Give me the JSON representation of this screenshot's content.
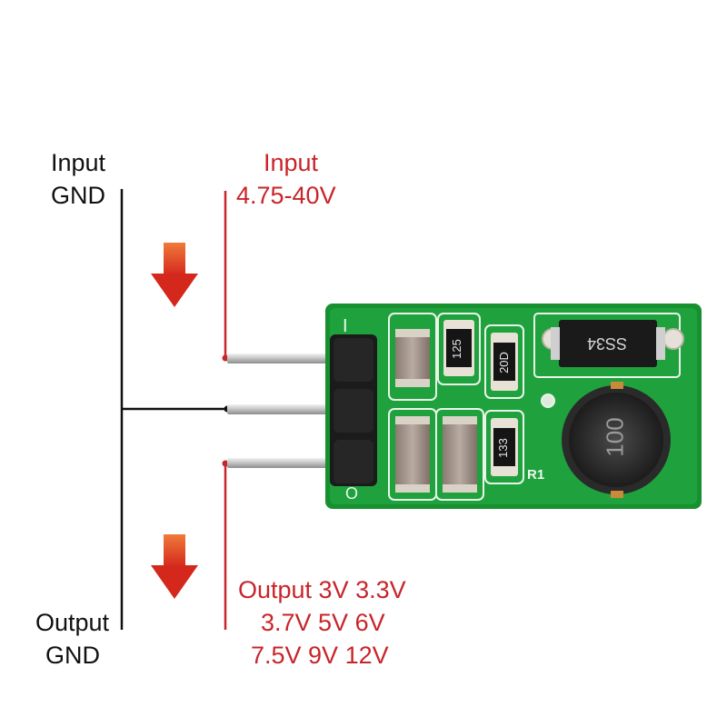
{
  "labels": {
    "left_top": [
      "Input",
      "GND"
    ],
    "left_bottom": [
      "Output",
      "GND"
    ],
    "input": [
      "Input",
      "4.75-40V"
    ],
    "output": [
      "Output 3V 3.3V",
      "3.7V 5V 6V",
      "7.5V 9V 12V"
    ]
  },
  "board": {
    "silkscreen_top": "I",
    "silkscreen_bottom": "O",
    "resistor_1": "125",
    "resistor_2": "20D",
    "resistor_3": "133",
    "diode": "SS34",
    "inductor": "100",
    "ref": "R1"
  },
  "colors": {
    "label_text": "#111111",
    "accent_red": "#c8252a",
    "arrow_orange": "#e0481f",
    "pcb_green": "#1a9b3a",
    "pin_silver": "#c9c9c9"
  },
  "icons": [
    "down-arrow-icon",
    "down-arrow-icon"
  ]
}
